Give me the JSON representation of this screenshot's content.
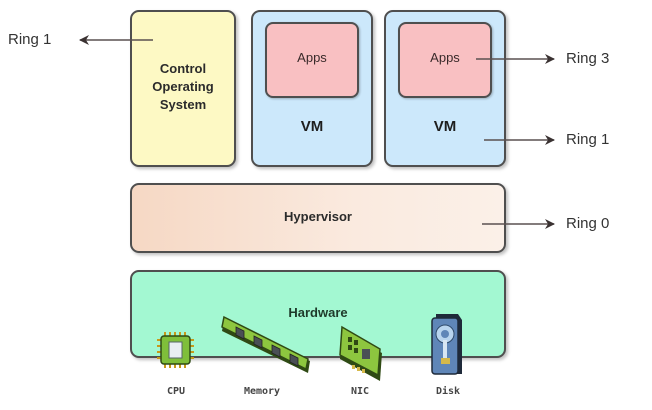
{
  "diagram": {
    "control_os": {
      "label": "Control\nOperating\nSystem"
    },
    "vms": [
      {
        "label": "VM",
        "apps_label": "Apps"
      },
      {
        "label": "VM",
        "apps_label": "Apps"
      }
    ],
    "hypervisor": {
      "label": "Hypervisor"
    },
    "hardware": {
      "label": "Hardware",
      "components": [
        {
          "label": "CPU",
          "icon": "cpu-chip-icon"
        },
        {
          "label": "Memory",
          "icon": "memory-module-icon"
        },
        {
          "label": "NIC",
          "icon": "network-card-icon"
        },
        {
          "label": "Disk",
          "icon": "disk-drive-icon"
        }
      ]
    },
    "rings": {
      "control_os": "Ring 1",
      "apps": "Ring 3",
      "vm": "Ring 1",
      "hypervisor": "Ring 0"
    },
    "colors": {
      "control_os": "#fdf9c4",
      "vm": "#cce8fb",
      "apps": "#f9c0c2",
      "hypervisor": "#f6d8c4",
      "hardware": "#a3f8d2",
      "border": "#4f4f4f"
    }
  }
}
